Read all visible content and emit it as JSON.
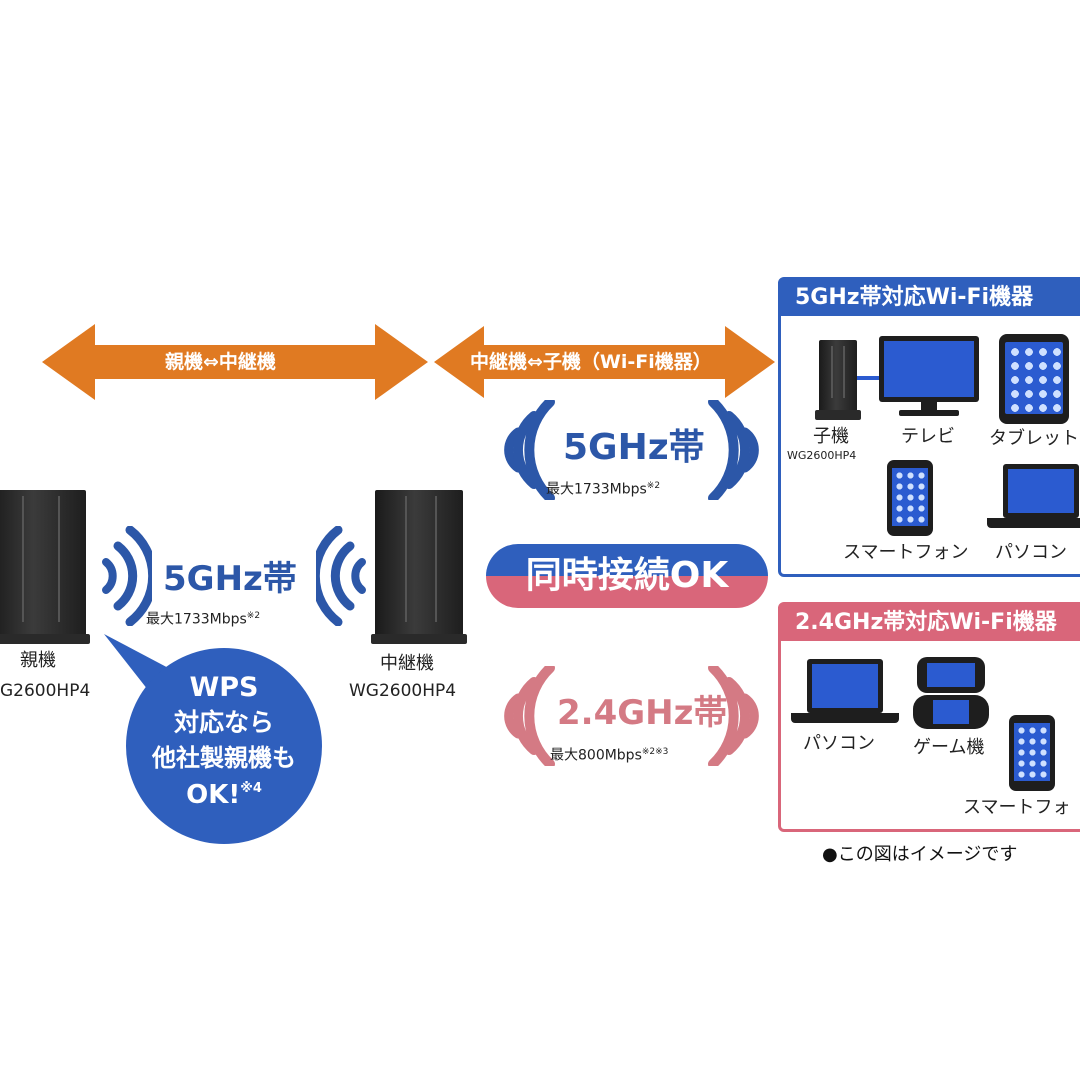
{
  "arrows": {
    "left_label": "親機⇔中継機",
    "right_label": "中継機⇔子機（Wi-Fi機器）",
    "color": "#e07a22"
  },
  "upper_link": {
    "band": "5GHz帯",
    "speed": "最大1733Mbps",
    "note": "※2"
  },
  "left_link": {
    "band": "5GHz帯",
    "speed": "最大1733Mbps",
    "note": "※2"
  },
  "lower_link": {
    "band": "2.4GHz帯",
    "speed": "最大800Mbps",
    "note": "※2※3"
  },
  "simultaneous": {
    "label": "同時接続OK",
    "top_color": "#2f5fbd",
    "bottom_color": "#d9667a"
  },
  "parent_device": {
    "label": "親機",
    "model": "G2600HP4"
  },
  "repeater_device": {
    "label": "中継機",
    "model": "WG2600HP4"
  },
  "wps_bubble": {
    "line1": "WPS",
    "line2": "対応なら",
    "line3": "他社製親機も",
    "line4": "OK!",
    "note": "※4"
  },
  "panel_5ghz": {
    "title": "5GHz帯対応Wi-Fi機器",
    "color": "#2f5fbd",
    "devices": {
      "child": "子機",
      "child_model": "WG2600HP4",
      "tv": "テレビ",
      "tablet": "タブレット",
      "smartphone": "スマートフォン",
      "pc": "パソコン"
    }
  },
  "panel_24ghz": {
    "title": "2.4GHz帯対応Wi-Fi機器",
    "color": "#d9667a",
    "devices": {
      "pc": "パソコン",
      "game": "ゲーム機",
      "smartphone": "スマートフォ"
    }
  },
  "footnote": "●この図はイメージです",
  "colors": {
    "blue": "#2c57a8",
    "pink": "#d47a84",
    "screen": "#2b5bd0"
  }
}
